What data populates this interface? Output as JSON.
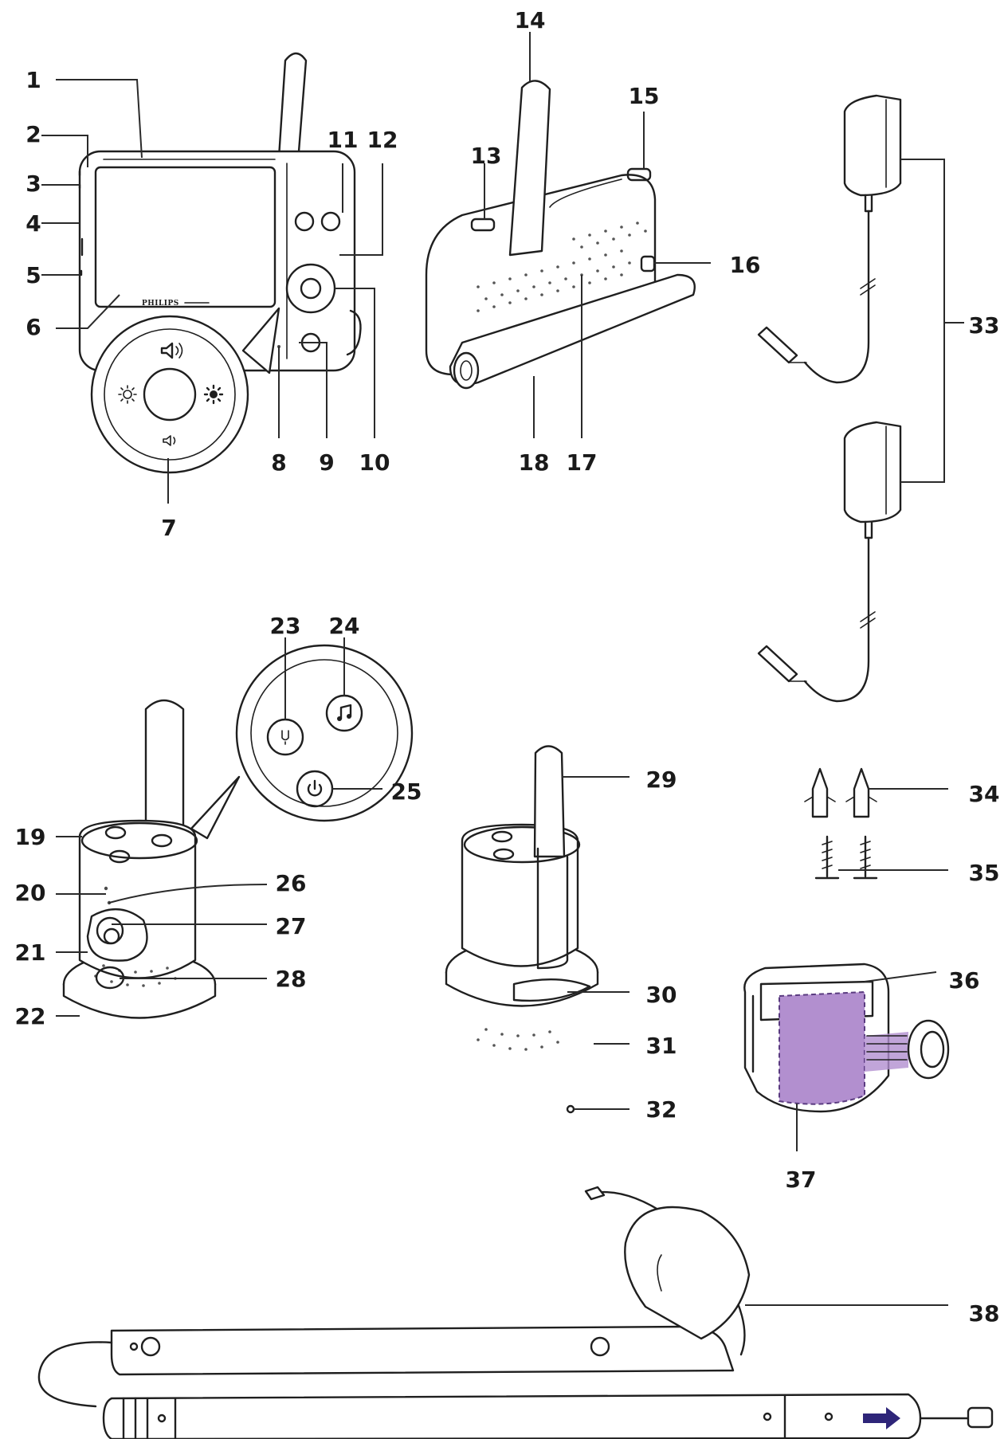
{
  "brand_mark": "PHILIPS",
  "colors": {
    "line": "#1f1f1f",
    "highlight": "#b28fcf",
    "arrow": "#2e2579"
  },
  "callouts": [
    "1",
    "2",
    "3",
    "4",
    "5",
    "6",
    "7",
    "8",
    "9",
    "10",
    "11",
    "12",
    "13",
    "14",
    "15",
    "16",
    "17",
    "18",
    "19",
    "20",
    "21",
    "22",
    "23",
    "24",
    "25",
    "26",
    "27",
    "28",
    "29",
    "30",
    "31",
    "32",
    "33",
    "34",
    "35",
    "36",
    "37",
    "38"
  ]
}
